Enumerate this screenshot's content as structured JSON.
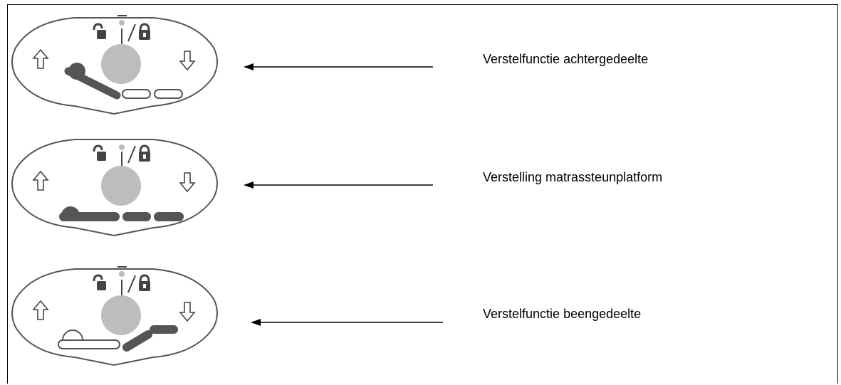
{
  "rows": [
    {
      "label": "Verstelfunctie achtergedeelte",
      "mode": "back"
    },
    {
      "label": "Verstelling matrassteunplatform",
      "mode": "platform"
    },
    {
      "label": "Verstelfunctie beengedeelte",
      "mode": "leg"
    }
  ],
  "colors": {
    "outline": "#555555",
    "knob": "#bdbdbd",
    "active": "#555555",
    "inactive": "#ffffff",
    "arrow": "#000000"
  },
  "icons": {
    "unlocked": "padlock-open-icon",
    "locked": "padlock-closed-icon",
    "up": "arrow-up-icon",
    "down": "arrow-down-icon"
  }
}
